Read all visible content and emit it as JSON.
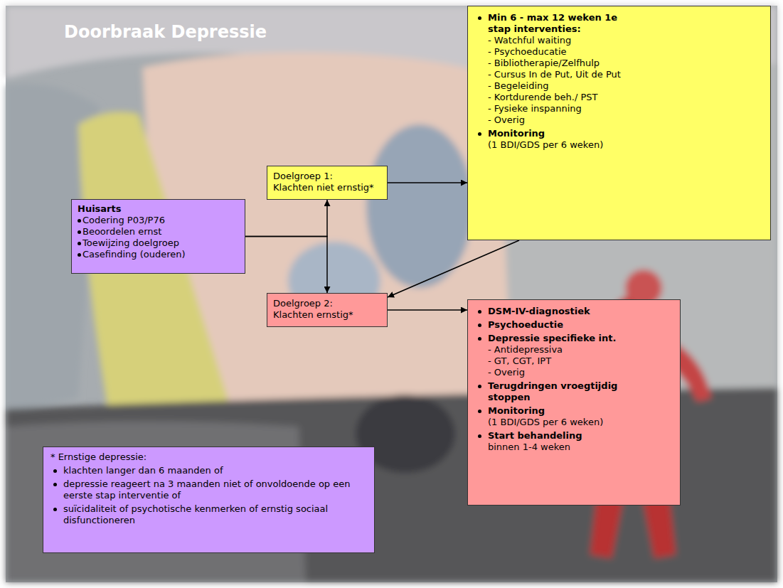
{
  "diagram": {
    "title": "Doorbraak Depressie",
    "nodes": [
      {
        "text": [
          "Huisarts",
          "Codering P03/P76",
          "Beoordelen ernst",
          "Toewijzing doelgroep",
          "Casefinding (ouderen)"
        ]
      },
      {
        "text": [
          "Doelgroep 1:",
          "Klachten niet ernstig*"
        ]
      },
      {
        "text": [
          "Min 6 - max 12 weken 1e stap interventies:",
          "- Watchful waiting",
          "- Psychoeducatie",
          "- Bibliotherapie/Zelfhulp",
          "- Cursus In de Put, Uit de Put",
          "- Begeleiding",
          "- Kortdurende beh./ PST",
          "- Fysieke inspanning",
          "- Overig",
          "Monitoring",
          "(1 BDI/GDS per 6 weken)"
        ]
      },
      {
        "text": [
          "Doelgroep 2:",
          "Klachten ernstig*"
        ]
      },
      {
        "text": [
          "DSM-IV-diagnostiek",
          "Psychoeductie",
          "Depressie specifieke int.",
          "- Antidepressiva",
          "- GT, CGT, IPT",
          "- Overig",
          "Terugdringen vroegtijdig stoppen",
          "Monitoring",
          "(1 BDI/GDS per 6 weken)",
          "Start behandeling",
          "binnen 1-4 weken"
        ]
      },
      {
        "text": [
          "* Ernstige depressie:",
          "klachten langer dan 6 maanden of",
          "depressie reageert na 3 maanden niet of onvoldoende op een eerste stap interventie of",
          "suïcidaliteit of psychotische kenmerken of ernstig sociaal disfunctioneren"
        ]
      }
    ],
    "edges": [
      {
        "from": 0,
        "to": 1,
        "arrow": "to"
      },
      {
        "from": 0,
        "to": 3,
        "arrow": "to"
      },
      {
        "from": 1,
        "to": 2,
        "arrow": "to"
      },
      {
        "from": 2,
        "to": 3,
        "arrow": "to"
      },
      {
        "from": 3,
        "to": 4,
        "arrow": "to"
      }
    ]
  }
}
